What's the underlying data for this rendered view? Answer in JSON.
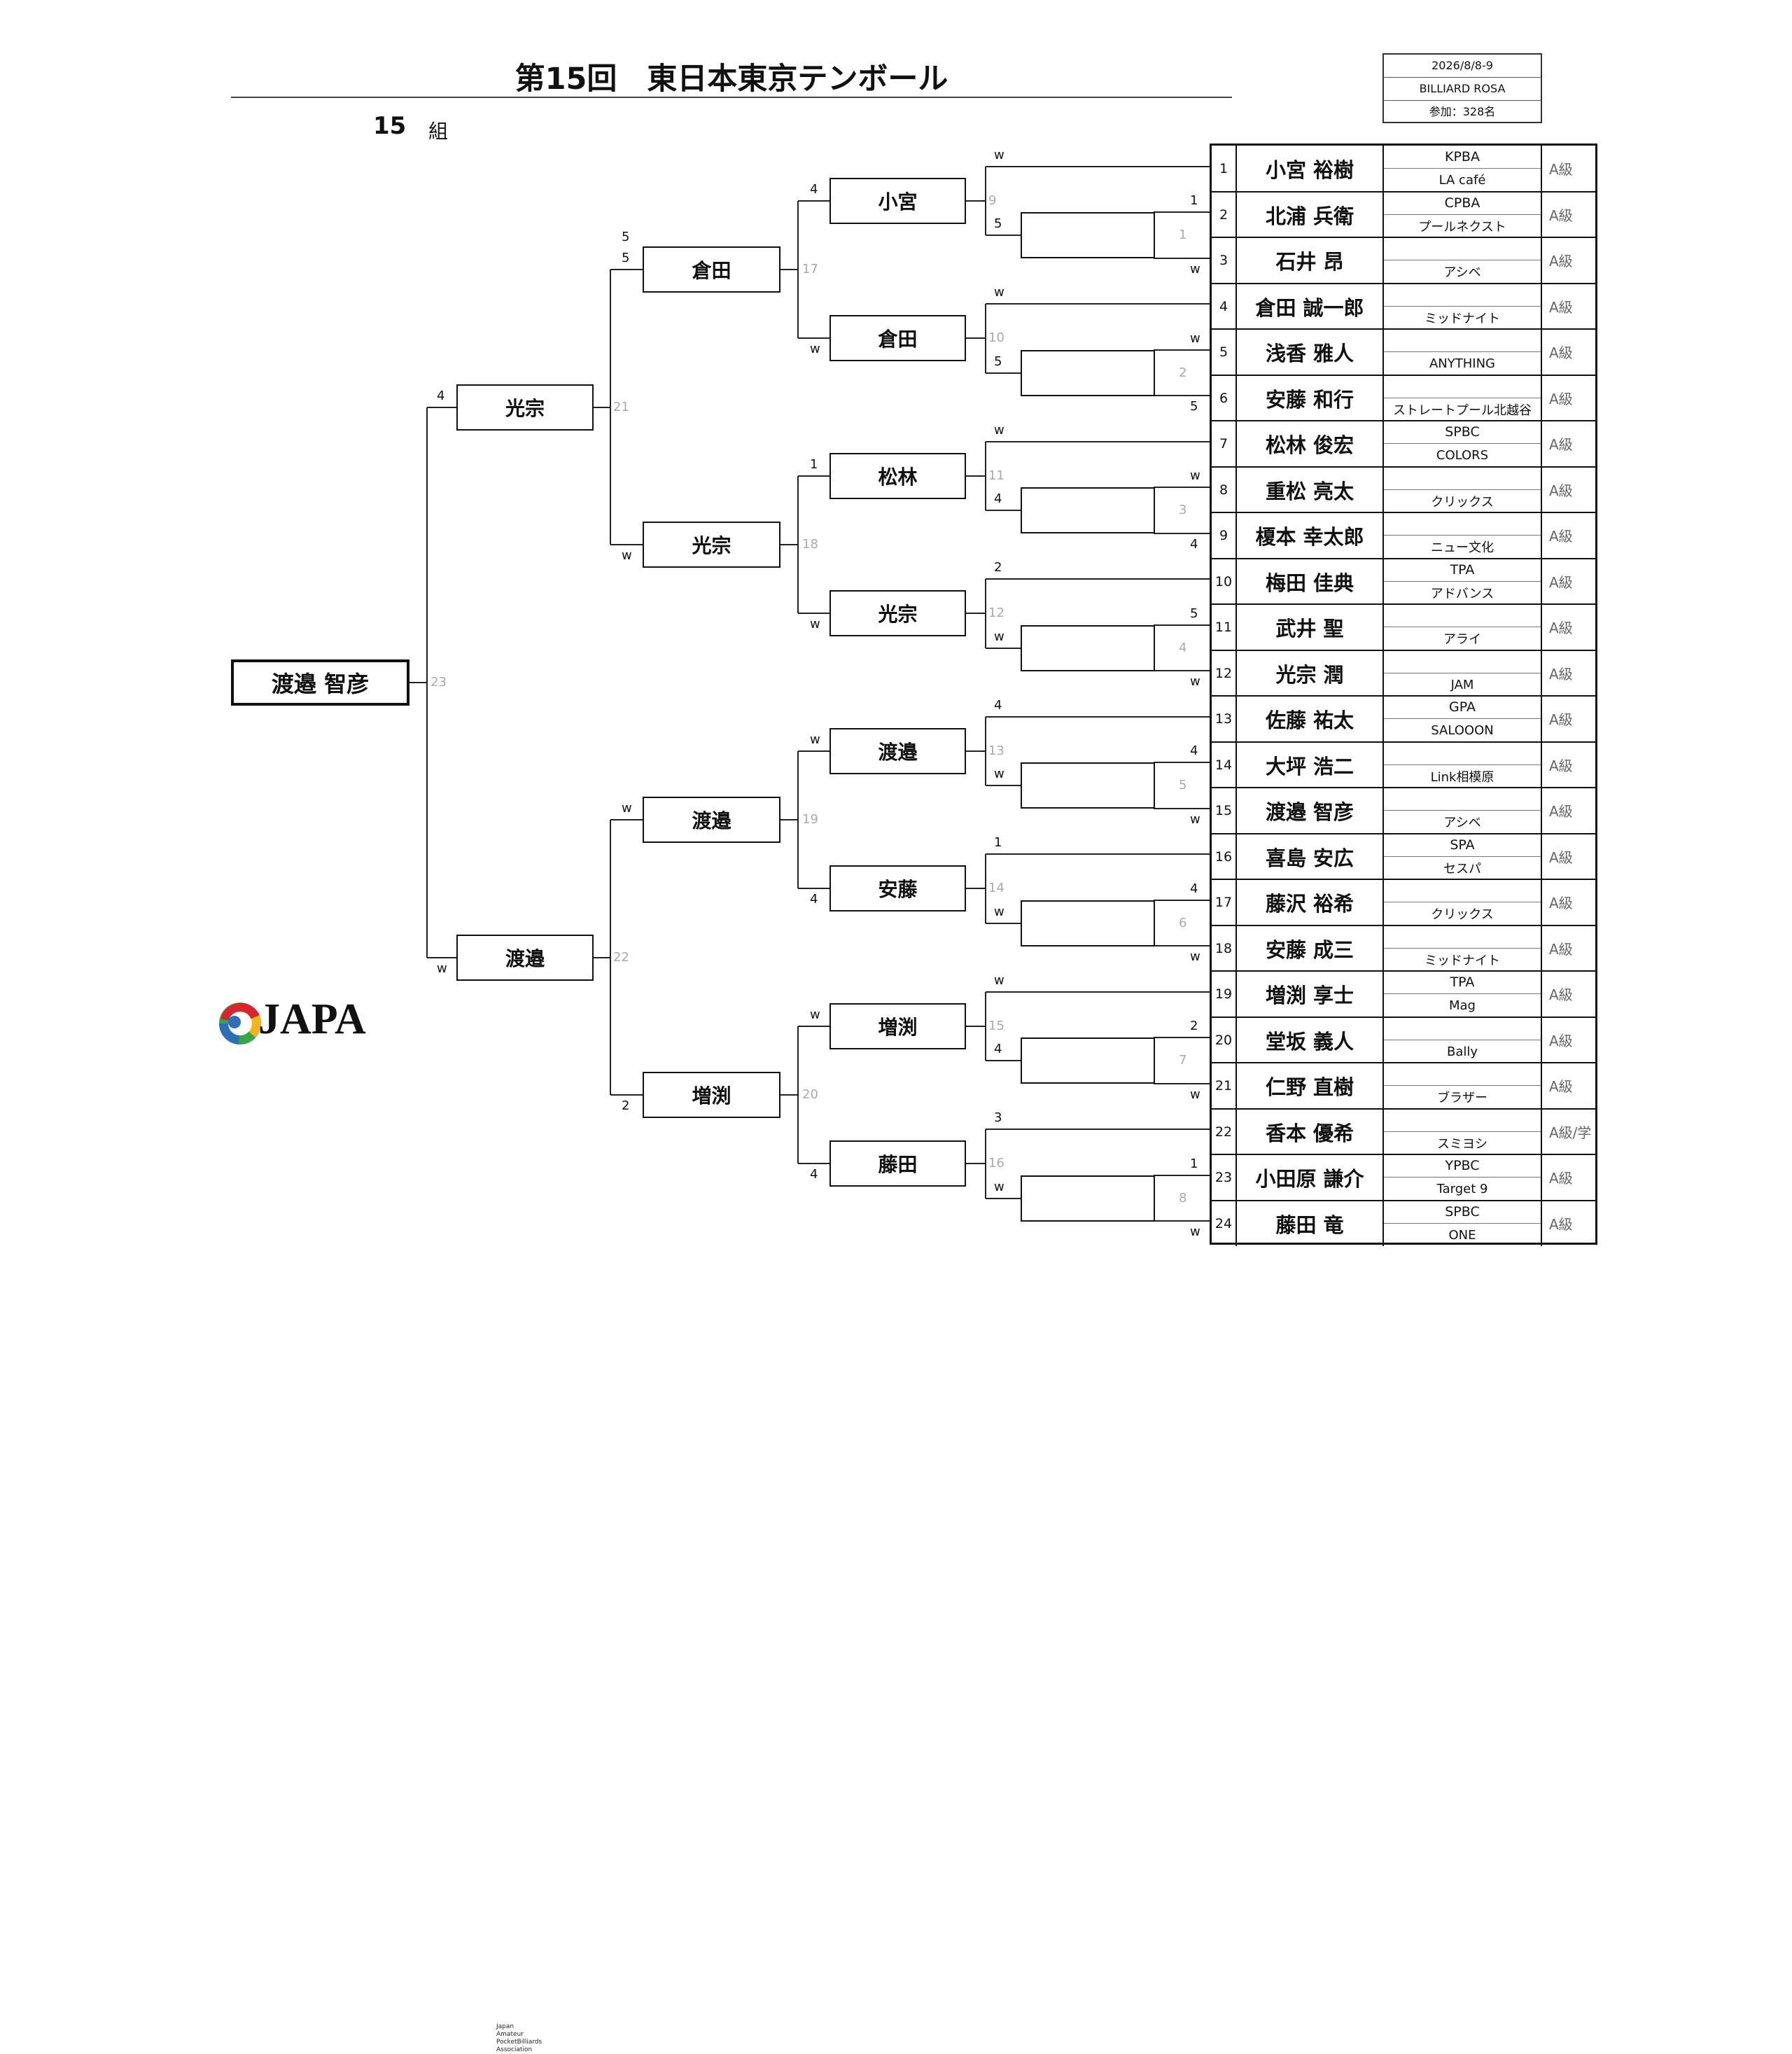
{
  "title": "第15回　東日本東京テンボール",
  "group": {
    "number": "15",
    "label": "組"
  },
  "info": [
    "2026/8/8-9",
    "BILLIARD ROSA",
    "参加：328名"
  ],
  "players": [
    {
      "no": "1",
      "name": "小宮 裕樹",
      "club1": "KPBA",
      "club2": "LA café",
      "cls": "A級"
    },
    {
      "no": "2",
      "name": "北浦 兵衛",
      "club1": "CPBA",
      "club2": "プールネクスト",
      "cls": "A級"
    },
    {
      "no": "3",
      "name": "石井 昂",
      "club1": "",
      "club2": "アシベ",
      "cls": "A級"
    },
    {
      "no": "4",
      "name": "倉田 誠一郎",
      "club1": "",
      "club2": "ミッドナイト",
      "cls": "A級"
    },
    {
      "no": "5",
      "name": "浅香 雅人",
      "club1": "",
      "club2": "ANYTHING",
      "cls": "A級"
    },
    {
      "no": "6",
      "name": "安藤 和行",
      "club1": "",
      "club2": "ストレートプール北越谷",
      "cls": "A級"
    },
    {
      "no": "7",
      "name": "松林 俊宏",
      "club1": "SPBC",
      "club2": "COLORS",
      "cls": "A級"
    },
    {
      "no": "8",
      "name": "重松 亮太",
      "club1": "",
      "club2": "クリックス",
      "cls": "A級"
    },
    {
      "no": "9",
      "name": "榎本 幸太郎",
      "club1": "",
      "club2": "ニュー文化",
      "cls": "A級"
    },
    {
      "no": "10",
      "name": "梅田 佳典",
      "club1": "TPA",
      "club2": "アドバンス",
      "cls": "A級"
    },
    {
      "no": "11",
      "name": "武井 聖",
      "club1": "",
      "club2": "アライ",
      "cls": "A級"
    },
    {
      "no": "12",
      "name": "光宗 潤",
      "club1": "",
      "club2": "JAM",
      "cls": "A級"
    },
    {
      "no": "13",
      "name": "佐藤 祐太",
      "club1": "GPA",
      "club2": "SALOOON",
      "cls": "A級"
    },
    {
      "no": "14",
      "name": "大坪 浩二",
      "club1": "",
      "club2": "Link相模原",
      "cls": "A級"
    },
    {
      "no": "15",
      "name": "渡邉 智彦",
      "club1": "",
      "club2": "アシベ",
      "cls": "A級"
    },
    {
      "no": "16",
      "name": "喜島 安広",
      "club1": "SPA",
      "club2": "セスパ",
      "cls": "A級"
    },
    {
      "no": "17",
      "name": "藤沢 裕希",
      "club1": "",
      "club2": "クリックス",
      "cls": "A級"
    },
    {
      "no": "18",
      "name": "安藤 成三",
      "club1": "",
      "club2": "ミッドナイト",
      "cls": "A級"
    },
    {
      "no": "19",
      "name": "増渕 享士",
      "club1": "TPA",
      "club2": "Mag",
      "cls": "A級"
    },
    {
      "no": "20",
      "name": "堂坂 義人",
      "club1": "",
      "club2": "Bally",
      "cls": "A級"
    },
    {
      "no": "21",
      "name": "仁野 直樹",
      "club1": "",
      "club2": "ブラザー",
      "cls": "A級"
    },
    {
      "no": "22",
      "name": "香本 優希",
      "club1": "",
      "club2": "スミヨシ",
      "cls": "A級/学"
    },
    {
      "no": "23",
      "name": "小田原 謙介",
      "club1": "YPBC",
      "club2": "Target 9",
      "cls": "A級"
    },
    {
      "no": "24",
      "name": "藤田 竜",
      "club1": "SPBC",
      "club2": "ONE",
      "cls": "A級"
    }
  ],
  "bracket": {
    "r1": [
      {
        "match": "1",
        "top": "1",
        "bottom": "w",
        "score": "5"
      },
      {
        "match": "2",
        "top": "w",
        "bottom": "5",
        "score": "5"
      },
      {
        "match": "3",
        "top": "w",
        "bottom": "4",
        "score": "4"
      },
      {
        "match": "4",
        "top": "5",
        "bottom": "w",
        "score": "w"
      },
      {
        "match": "5",
        "top": "4",
        "bottom": "w",
        "score": "w"
      },
      {
        "match": "6",
        "top": "4",
        "bottom": "w",
        "score": "w"
      },
      {
        "match": "7",
        "top": "2",
        "bottom": "w",
        "score": "4"
      },
      {
        "match": "8",
        "top": "1",
        "bottom": "w",
        "score": "w"
      }
    ],
    "r2": [
      {
        "match": "9",
        "name": "小宮",
        "top": "w",
        "bottom": "4"
      },
      {
        "match": "10",
        "name": "倉田",
        "top": "w",
        "bottom": "w"
      },
      {
        "match": "11",
        "name": "松林",
        "top": "w",
        "bottom": "w"
      },
      {
        "match": "12",
        "name": "光宗",
        "top": "2",
        "bottom": "w"
      },
      {
        "match": "13",
        "name": "渡邉",
        "top": "4",
        "bottom": "w"
      },
      {
        "match": "14",
        "name": "安藤",
        "top": "1",
        "bottom": "w"
      },
      {
        "match": "15",
        "name": "増渕",
        "top": "w",
        "bottom": "2"
      },
      {
        "match": "16",
        "name": "藤田",
        "top": "3",
        "bottom": "w"
      }
    ],
    "r3": [
      {
        "match": "17",
        "name": "倉田",
        "top": "4",
        "bottom": "w"
      },
      {
        "match": "18",
        "name": "光宗",
        "top": "1",
        "bottom": "w"
      },
      {
        "match": "19",
        "name": "渡邉",
        "top": "w",
        "bottom": "4"
      },
      {
        "match": "20",
        "name": "増渕",
        "top": "w",
        "bottom": "4"
      }
    ],
    "r4": [
      {
        "match": "21",
        "name": "光宗",
        "top": "5",
        "bottom": "w"
      },
      {
        "match": "22",
        "name": "渡邉",
        "top": "w",
        "bottom": "2"
      }
    ],
    "r5": [
      {
        "match": "23",
        "name": "渡邉 智彦",
        "top": "4",
        "bottom": "w"
      }
    ],
    "r4_top_extra": [
      "5",
      "w"
    ]
  },
  "logo": {
    "text": "JAPA",
    "sub": "Japan Amateur\nPocketBilliards Association",
    "colors": [
      "#d9232d",
      "#2a6fb8",
      "#f2b51d",
      "#3aa547"
    ]
  }
}
